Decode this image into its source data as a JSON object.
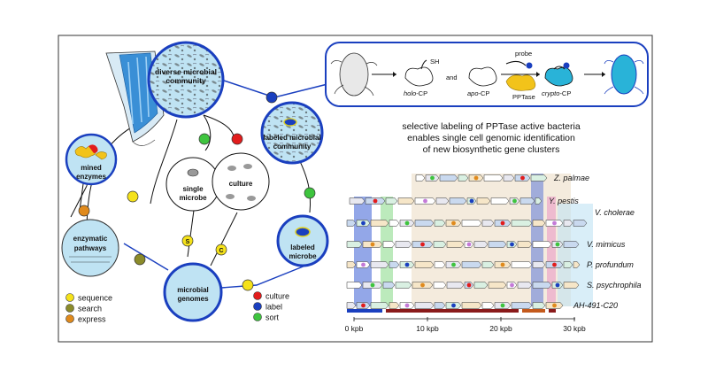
{
  "nodes": {
    "diverse": {
      "line1": "diverse microbial",
      "line2": "community"
    },
    "labeled_comm": {
      "line1": "labeled microbial",
      "line2": "community"
    },
    "mined": {
      "line1": "mined",
      "line2": "enzymes"
    },
    "single": {
      "line1": "single",
      "line2": "microbe"
    },
    "culture": {
      "line1": "culture"
    },
    "enzymatic": {
      "line1": "enzymatic",
      "line2": "pathways"
    },
    "genomes": {
      "line1": "microbial",
      "line2": "genomes"
    },
    "labeled_microbe": {
      "line1": "labeled",
      "line2": "microbe"
    }
  },
  "path_badges": {
    "single": "S",
    "culture": "C"
  },
  "legend": {
    "left": [
      {
        "label": "sequence",
        "color": "#f5e21a"
      },
      {
        "label": "search",
        "color": "#8b8b2a"
      },
      {
        "label": "express",
        "color": "#e08a1c"
      }
    ],
    "right": [
      {
        "label": "culture",
        "color": "#e21c1c"
      },
      {
        "label": "label",
        "color": "#1a3fbf"
      },
      {
        "label": "sort",
        "color": "#3ec43e"
      }
    ]
  },
  "scheme": {
    "sh": "SH",
    "holo": {
      "prefix": "holo",
      "suffix": "-CP"
    },
    "and": "and",
    "apo": {
      "prefix": "apo",
      "suffix": "-CP"
    },
    "probe": "probe",
    "pptase": "PPTase",
    "crypto": {
      "prefix": "crypto",
      "suffix": "-CP"
    }
  },
  "headline": [
    "selective labeling of PPTase active bacteria",
    "enables single cell genomic identification",
    "of new biosynthetic gene clusters"
  ],
  "clusters": [
    {
      "species": "Z. palmae",
      "color": "#111111"
    },
    {
      "species": "Y. pestis",
      "color": "#111111"
    },
    {
      "species": "V. cholerae",
      "color": "#111111"
    },
    {
      "species": "V. mimicus",
      "color": "#111111"
    },
    {
      "species": "P. profundum",
      "color": "#111111"
    },
    {
      "species": "S. psychrophila",
      "color": "#111111"
    },
    {
      "species": "AH-491-C20",
      "color": "#e21c1c"
    }
  ],
  "scale_ticks": [
    "0 kpb",
    "10 kpb",
    "20 kpb",
    "30 kpb"
  ],
  "colors": {
    "node_fill": "#bfe3f3",
    "node_stroke": "#1a3fbf",
    "accent_red": "#e21c1c"
  }
}
